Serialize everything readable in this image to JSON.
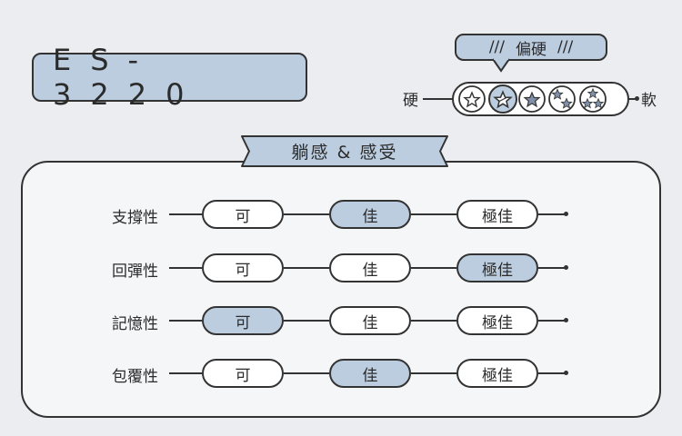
{
  "model": "ES-3220",
  "bias": {
    "marks_left": "///",
    "label": "偏硬",
    "marks_right": "///"
  },
  "scale": {
    "left_label": "硬",
    "right_label": "軟",
    "level_count": 5,
    "selected_level": 2
  },
  "section_title": "躺感 & 感受",
  "levels": [
    "可",
    "佳",
    "極佳"
  ],
  "rows": [
    {
      "label": "支撐性",
      "selected": "佳"
    },
    {
      "label": "回彈性",
      "selected": "極佳"
    },
    {
      "label": "記憶性",
      "selected": "可"
    },
    {
      "label": "包覆性",
      "selected": "佳"
    }
  ],
  "colors": {
    "highlight": "#bccde0",
    "outline": "#333333",
    "background": "#ecedf1"
  }
}
